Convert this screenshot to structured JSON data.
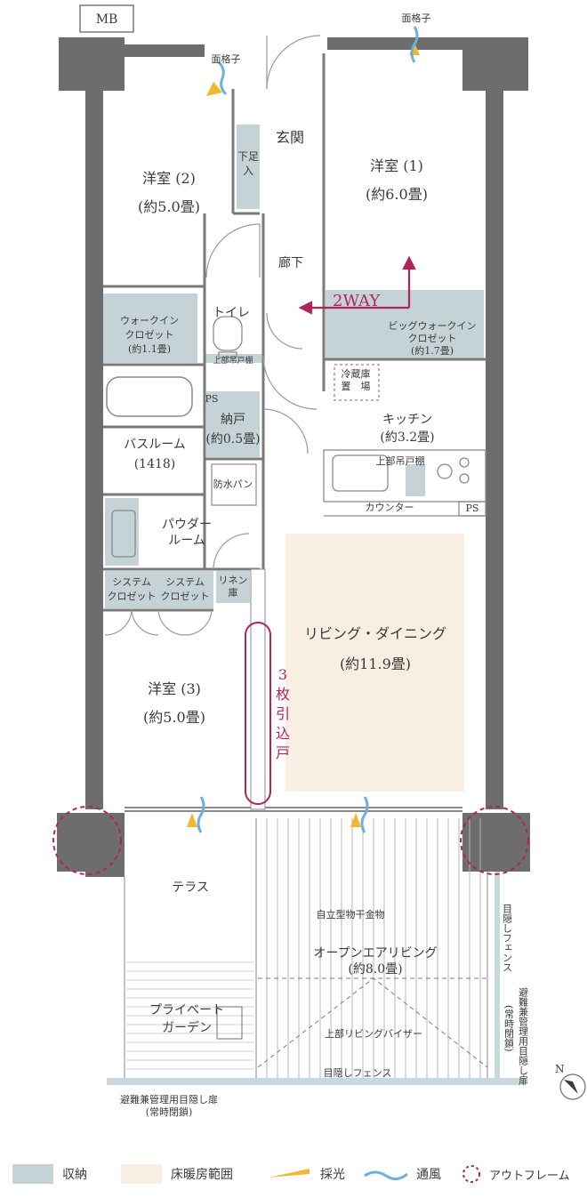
{
  "colors": {
    "storage": "#c5d3d6",
    "floor_heating": "#f8efe2",
    "wall": "#6d6d6d",
    "accent": "#b0245a",
    "daylight": "#f2b632",
    "ventilation": "#6fb0db",
    "fence": "#c9d8dc"
  },
  "labels": {
    "mb": "MB",
    "lattice_top": "面格子",
    "lattice_left": "面格子",
    "genkan": "玄関",
    "shoe_box_line1": "下足",
    "shoe_box_line2": "入",
    "room2_name": "洋室 (2)",
    "room2_size": "(約5.0畳)",
    "room1_name": "洋室 (1)",
    "room1_size": "(約6.0畳)",
    "corridor": "廊下",
    "two_way": "2WAY",
    "wic_line1": "ウォークイン",
    "wic_line2": "クロゼット",
    "wic_line3": "(約1.1畳)",
    "toilet": "トイレ",
    "big_wic_line1": "ビッグウォークイン",
    "big_wic_line2": "クロゼット",
    "big_wic_line3": "(約1.7畳)",
    "upper_cabinet_toilet": "上部吊戸棚",
    "fridge_line1": "冷蔵庫",
    "fridge_line2": "置　場",
    "ps": "PS",
    "pantry_name": "納戸",
    "pantry_size": "(約0.5畳)",
    "kitchen_name": "キッチン",
    "kitchen_size": "(約3.2畳)",
    "bathroom_name": "バスルーム",
    "bathroom_size": "(1418)",
    "waterproof_pan": "防水パン",
    "upper_cabinet_kitchen": "上部吊戸棚",
    "counter": "カウンター",
    "ps2": "PS",
    "powder_line1": "パウダー",
    "powder_line2": "ルーム",
    "sys_closet_line1": "システム",
    "sys_closet_line2": "クロゼット",
    "linen_line1": "リネン",
    "linen_line2": "庫",
    "living_name": "リビング・ダイニング",
    "living_size": "(約11.9畳)",
    "sliding_doors": [
      "3",
      "枚",
      "引",
      "込",
      "戸"
    ],
    "room3_name": "洋室 (3)",
    "room3_size": "(約5.0畳)",
    "terrace": "テラス",
    "drying_rack": "自立型物干金物",
    "open_air_name": "オープンエアリビング",
    "open_air_size": "(約8.0畳)",
    "private_garden_line1": "プライベート",
    "private_garden_line2": "ガーデン",
    "upper_visor": "上部リビングバイザー",
    "screen_fence_right": "目隠しフェンス",
    "evac_door_right": [
      "避難兼管理用目隠し扉",
      "(常時閉鎖)"
    ],
    "bottom_fence": "目隠しフェンス",
    "evac_door_bottom": "避難兼管理用目隠し扉",
    "evac_door_bottom_note": "(常時閉鎖)",
    "north": "N"
  },
  "legend": [
    {
      "label": "収納",
      "swatch": "storage"
    },
    {
      "label": "床暖房範囲",
      "swatch": "floor_heating"
    },
    {
      "label": "採光",
      "swatch": "daylight"
    },
    {
      "label": "通風",
      "swatch": "ventilation"
    },
    {
      "label": "アウトフレーム",
      "swatch": "outframe"
    }
  ]
}
